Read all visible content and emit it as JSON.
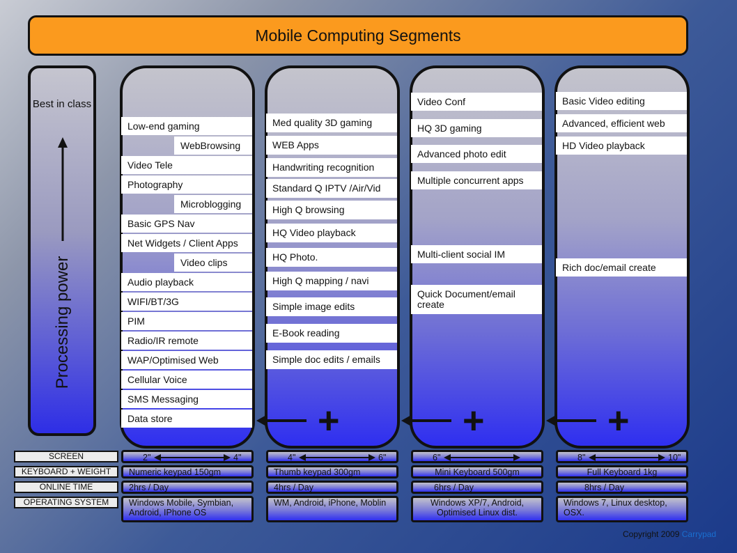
{
  "title": "Mobile Computing Segments",
  "power": {
    "best_in_class": "Best in class",
    "axis_label": "Processing power"
  },
  "columns": [
    {
      "items": [
        "Low-end gaming",
        "WebBrowsing",
        "Video Tele",
        "Photography",
        "Microblogging",
        "Basic GPS Nav",
        "Net Widgets / Client Apps",
        "Video clips",
        "Audio playback",
        "WIFI/BT/3G",
        "PIM",
        "Radio/IR remote",
        "WAP/Optimised Web",
        "Cellular Voice",
        "SMS Messaging",
        "Data store"
      ]
    },
    {
      "items": [
        "Med quality 3D gaming",
        "WEB Apps",
        "Handwriting recognition",
        "Standard Q IPTV /Air/Vid",
        "High Q browsing",
        "HQ Video playback",
        "HQ Photo.",
        "High Q mapping / navi",
        "Simple image edits",
        "E-Book reading",
        "Simple doc edits / emails"
      ]
    },
    {
      "items": [
        "Video Conf",
        "HQ 3D gaming",
        "Advanced photo edit",
        "Multiple concurrent apps",
        "Multi-client social IM",
        "Quick Document/email create"
      ]
    },
    {
      "items": [
        "Basic Video editing",
        "Advanced, efficient web",
        "HD Video playback",
        "Rich doc/email create"
      ]
    }
  ],
  "plus_symbol": "+",
  "row_labels": {
    "screen": "SCREEN",
    "keyboard": "KEYBOARD + WEIGHT",
    "online": "ONLINE TIME",
    "os": "OPERATING SYSTEM"
  },
  "specs": [
    {
      "screen_min": "2\"",
      "screen_max": "4\"",
      "keyboard": "Numeric keypad 150gm",
      "online": "2hrs / Day",
      "os": "Windows Mobile, Symbian, Android, IPhone OS"
    },
    {
      "screen_min": "4\"",
      "screen_max": "6\"",
      "keyboard": "Thumb keypad 300gm",
      "online": "4hrs / Day",
      "os": "WM, Android, iPhone, Moblin"
    },
    {
      "screen_min": "6\"",
      "screen_max": "",
      "keyboard": "Mini Keyboard  500gm",
      "online": "6hrs / Day",
      "os": "Windows XP/7, Android, Optimised Linux dist."
    },
    {
      "screen_min": "8\"",
      "screen_max": "10\"",
      "keyboard": "Full Keyboard  1kg",
      "online": "8hrs / Day",
      "os": "Windows 7, Linux desktop, OSX."
    }
  ],
  "copyright": {
    "text": "Copyright 2009 ",
    "brand": "Carrypad"
  }
}
